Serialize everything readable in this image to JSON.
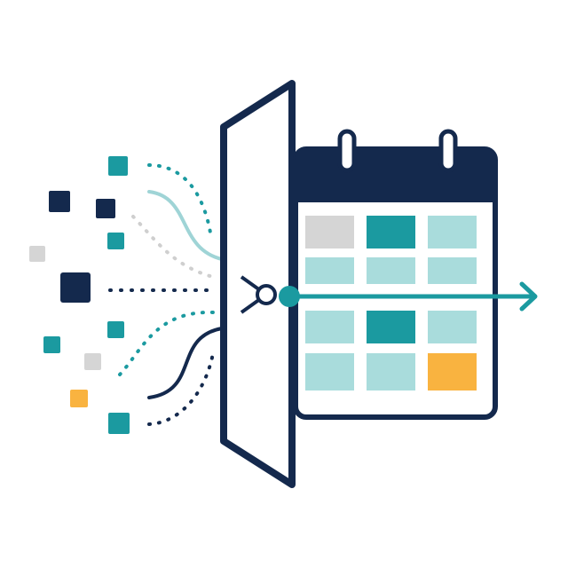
{
  "colors": {
    "navy": "#14294d",
    "teal": "#1b9aa0",
    "light_teal": "#a9dcdc",
    "gray": "#d5d5d5",
    "orange": "#f9b340",
    "background": "#ffffff"
  },
  "icons": [
    "scattered-data-squares",
    "converging-data-streams",
    "funnel-node",
    "door-panel",
    "calendar",
    "arrow-right"
  ],
  "calendar": {
    "rows": [
      [
        "gray",
        "teal",
        "light_teal"
      ],
      [
        "light_teal",
        "light_teal",
        "light_teal"
      ],
      [
        "light_teal",
        "teal",
        "light_teal"
      ],
      [
        "light_teal",
        "light_teal",
        "orange"
      ]
    ]
  },
  "data_squares": [
    "teal",
    "navy",
    "navy",
    "teal",
    "gray",
    "navy",
    "teal",
    "teal",
    "gray",
    "orange",
    "teal"
  ]
}
